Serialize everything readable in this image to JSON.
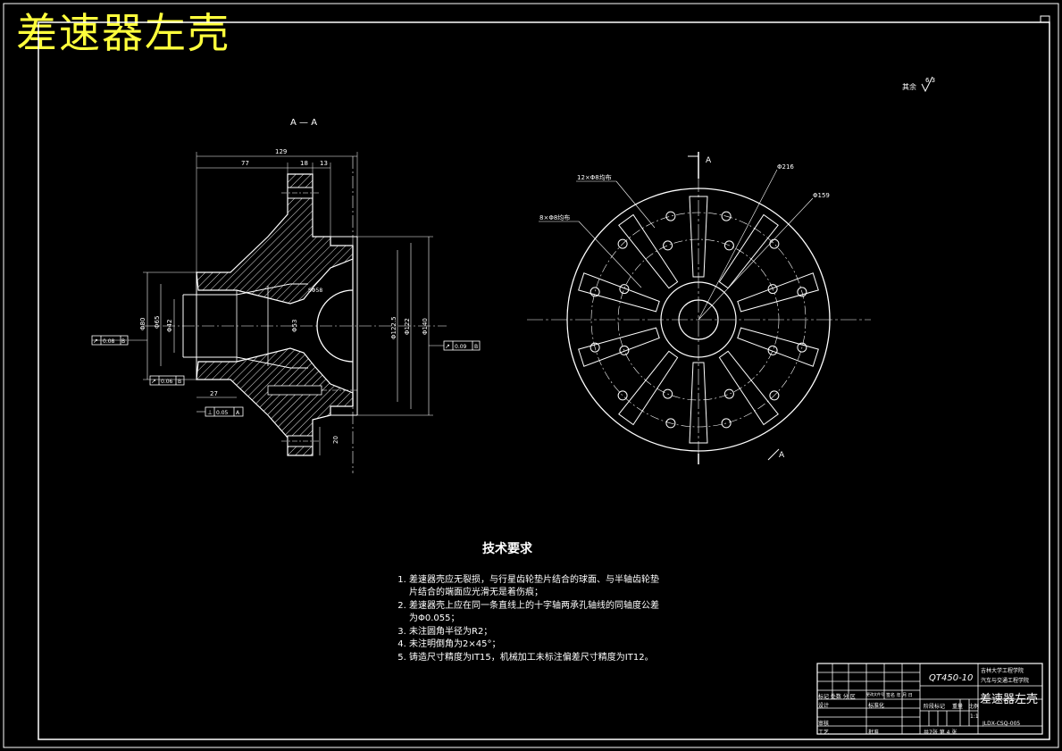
{
  "title": "差速器左壳",
  "section_label": "A — A",
  "roughness_note": "其余",
  "roughness_value": "6.3",
  "left_view": {
    "dims": {
      "d129": "129",
      "d77": "77",
      "d18": "18",
      "d13": "13",
      "d27": "27",
      "d20": "20",
      "dia80": "Φ80",
      "dia65": "Φ65",
      "dia42": "Φ42",
      "dia53": "Φ53",
      "dia122_5": "Φ122.5",
      "dia122": "Φ122",
      "dia140": "Φ140",
      "ball": "SΦ58"
    },
    "tolerances": {
      "t1_sym": "↗",
      "t1_val": "0.08",
      "t1_ref": "B",
      "t2_sym": "↗",
      "t2_val": "0.06",
      "t2_ref": "B",
      "t3_sym": "⊥",
      "t3_val": "0.05",
      "t3_ref": "A",
      "t4_sym": "↗",
      "t4_val": "0.09",
      "t4_ref": "B"
    }
  },
  "right_view": {
    "label_a_top": "A",
    "label_a_bottom": "A",
    "holes_12": "12×Φ8均布",
    "holes_8": "8×Φ8均布",
    "dia216": "Φ216",
    "dia159": "Φ159"
  },
  "requirements": {
    "heading": "技术要求",
    "items": [
      "差速器壳应无裂损，与行星齿轮垫片结合的球面、与半轴齿轮垫片结合的端面应光滑无是着伤痕；",
      "差速器壳上应在同一条直线上的十字轴两承孔轴线的同轴度公差为Φ0.055；",
      "未注圆角半径为R2；",
      "未注明倒角为2×45°；",
      "铸造尺寸精度为IT15，机械加工未标注偏差尺寸精度为IT12。"
    ]
  },
  "title_block": {
    "material": "QT450-10",
    "school": "吉林大学工程学院",
    "school2": "汽车与交通工程学院",
    "part_name": "差速器左壳",
    "drawing_no": "JLDX-CSQ-005",
    "scale": "1:1",
    "stage_label": "阶段标记",
    "weight_label": "重量",
    "scale_label": "比例",
    "sheets": "共7张  第 4 张",
    "row_mark": "标记 处数 分 区",
    "row_change": "更改文件号",
    "row_sign": "签名 年 月 日",
    "design": "设计",
    "standard": "标准化",
    "review": "审核",
    "process": "工艺",
    "approve": "批准"
  }
}
